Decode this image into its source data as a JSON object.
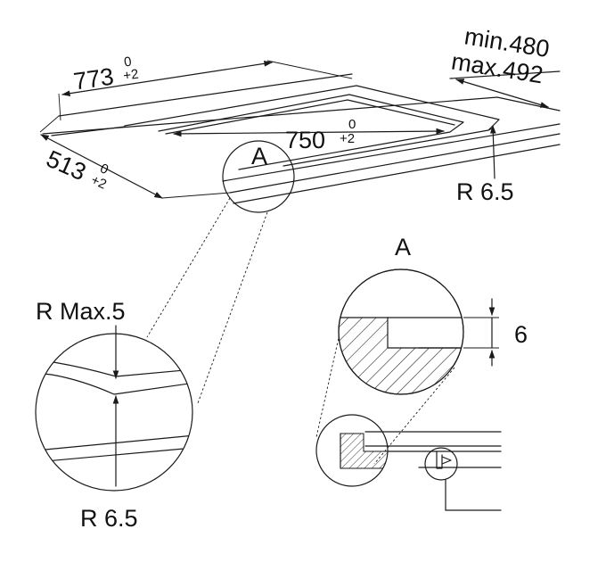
{
  "labels": {
    "width_main": "773",
    "width_tol_upper": "0",
    "width_tol_lower": "+2",
    "cutout_width": "750",
    "cutout_tol_upper": "0",
    "cutout_tol_lower": "+2",
    "depth_main": "513",
    "depth_tol_upper": "0",
    "depth_tol_lower": "+2",
    "thickness_min": "min.480",
    "thickness_max": "max.492",
    "corner_radius_top": "R 6.5",
    "detail_callout": "A",
    "detail_title": "A",
    "radius_max": "R Max.5",
    "corner_radius_bottom": "R 6.5",
    "depth_6": "6"
  },
  "colors": {
    "line": "#1a1a1a",
    "background": "#ffffff"
  }
}
